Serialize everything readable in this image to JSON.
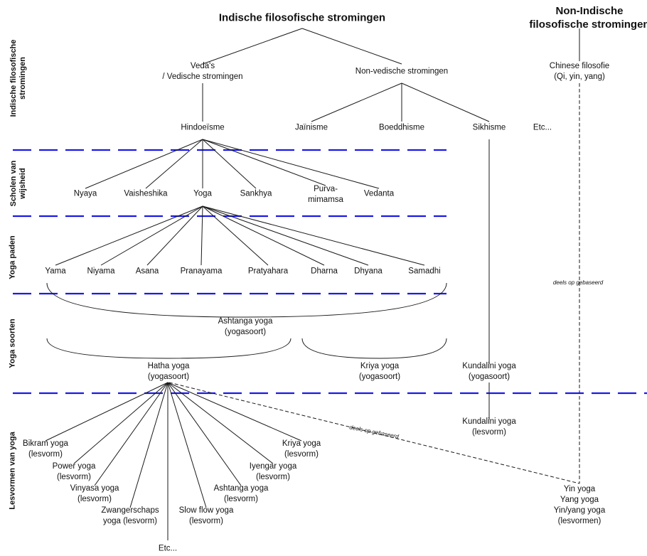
{
  "titles": {
    "indian": "Indische filosofische stromingen",
    "non_indian": "Non-Indische\nfilosofische stromingen"
  },
  "sidebar": {
    "level1": "Indische filosofische\nstromingen",
    "level2": "Scholen van\nwijsheid",
    "level3": "Yoga paden",
    "level4": "Yoga soorten",
    "level5": "Lesvormen van yoga"
  },
  "nodes": {
    "vedas": "Veda's\n/ Vedische stromingen",
    "non_vedic": "Non-vedische stromingen",
    "chinese": "Chinese filosofie\n(Qi, yin, yang)",
    "hinduism": "Hindoeïsme",
    "jainism": "Jaïnisme",
    "buddhism": "Boeddhisme",
    "sikhism": "Sikhisme",
    "etc_top": "Etc...",
    "nyaya": "Nyaya",
    "vaisheshika": "Vaisheshika",
    "yoga": "Yoga",
    "sankhya": "Sankhya",
    "purva": "Purva-\nmimamsa",
    "vedanta": "Vedanta",
    "yama": "Yama",
    "niyama": "Niyama",
    "asana": "Asana",
    "pranayama": "Pranayama",
    "pratyahara": "Pratyahara",
    "dharna": "Dharna",
    "dhyana": "Dhyana",
    "samadhi": "Samadhi",
    "ashtanga_type": "Ashtanga yoga\n(yogasoort)",
    "hatha_type": "Hatha yoga\n(yogasoort)",
    "kriya_type": "Kriya yoga\n(yogasoort)",
    "kundalini_type": "Kundalini yoga\n(yogasoort)",
    "kundalini_form": "Kundalini yoga\n(lesvorm)",
    "bikram": "Bikram yoga\n(lesvorm)",
    "power": "Power yoga\n(lesvorm)",
    "vinyasa": "Vinyasa yoga\n(lesvorm)",
    "pregnancy": "Zwangerschaps\nyoga (lesvorm)",
    "etc_bottom": "Etc...",
    "slowflow": "Slow flow yoga\n(lesvorm)",
    "ashtanga_form": "Ashtanga yoga\n(lesvorm)",
    "iyengar": "Iyengar yoga\n(lesvorm)",
    "kriya_form": "Kriya yoga\n(lesvorm)",
    "yin_yang": "Yin yoga\nYang yoga\nYin/yang yoga\n(lesvormen)"
  },
  "notes": {
    "partly_right": "deels op gebaseerd",
    "partly_middle": "deels op gebaseerd"
  },
  "colors": {
    "separator": "#1a1ae6",
    "line": "#1a1a1a",
    "text": "#111111"
  }
}
